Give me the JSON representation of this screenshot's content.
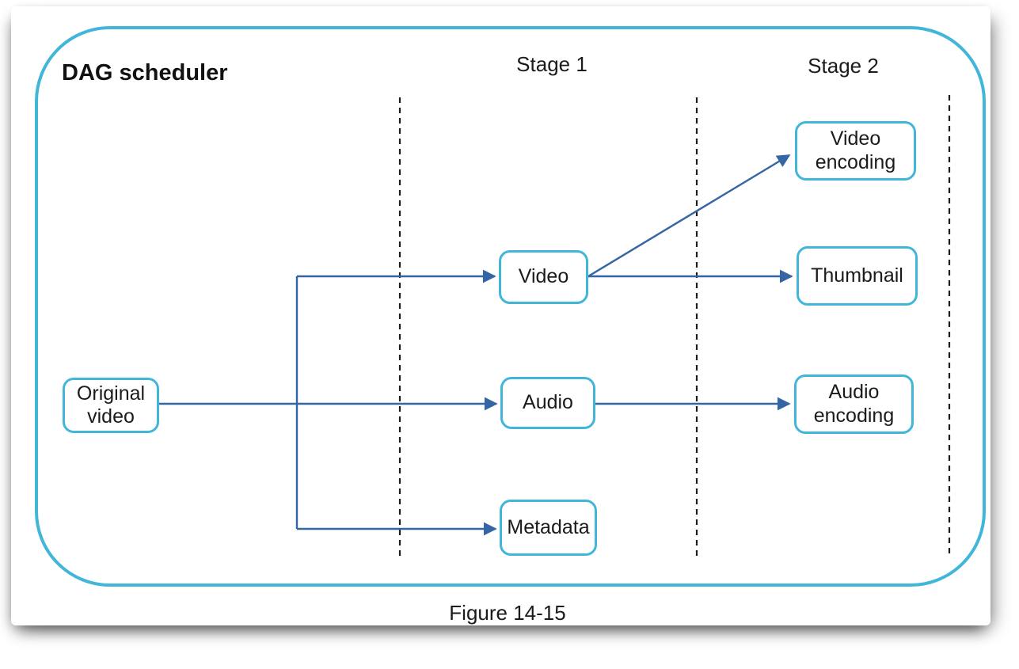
{
  "figure": {
    "title": "DAG scheduler",
    "caption": "Figure 14-15",
    "stages": [
      {
        "label": "Stage 1"
      },
      {
        "label": "Stage 2"
      }
    ],
    "nodes": {
      "original_video": {
        "label": "Original video"
      },
      "video": {
        "label": "Video"
      },
      "audio": {
        "label": "Audio"
      },
      "metadata": {
        "label": "Metadata"
      },
      "video_encoding": {
        "label": "Video encoding"
      },
      "thumbnail": {
        "label": "Thumbnail"
      },
      "audio_encoding": {
        "label": "Audio encoding"
      }
    },
    "edges": [
      {
        "from": "original_video",
        "to": "video"
      },
      {
        "from": "original_video",
        "to": "audio"
      },
      {
        "from": "original_video",
        "to": "metadata"
      },
      {
        "from": "video",
        "to": "video_encoding"
      },
      {
        "from": "video",
        "to": "thumbnail"
      },
      {
        "from": "audio",
        "to": "audio_encoding"
      }
    ],
    "colors": {
      "accent_cyan": "#41b6d9",
      "arrow_blue": "#3465a4",
      "text": "#1b1b1b"
    }
  }
}
